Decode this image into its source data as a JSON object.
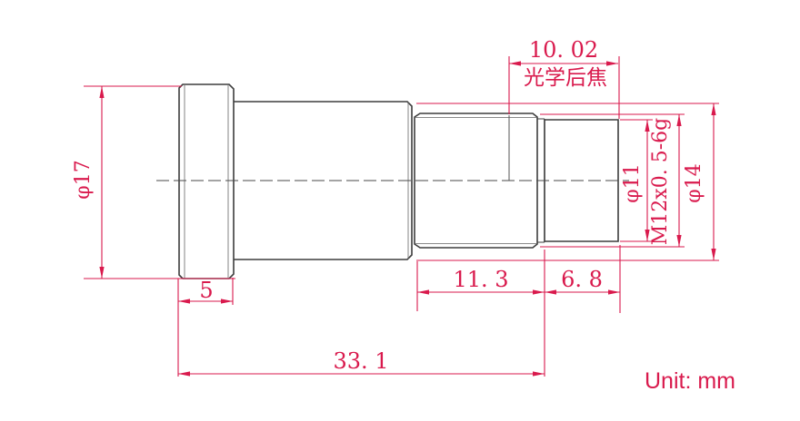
{
  "drawing": {
    "title": "lens-barrel-dimension-drawing",
    "unit_label": "Unit: mm",
    "dims": {
      "optical_back_focus": {
        "value": "10. 02",
        "label": "光学后焦"
      },
      "flange_diameter": {
        "value": "φ17"
      },
      "flange_thickness": {
        "value": "5"
      },
      "thread_length": {
        "value": "11. 3"
      },
      "tip_length": {
        "value": "6. 8"
      },
      "total_length": {
        "value": "33. 1"
      },
      "tip_diameter": {
        "value": "φ11"
      },
      "thread_spec": {
        "value": "M12x0. 5-6g"
      },
      "body_diameter": {
        "value": "φ14"
      }
    },
    "colors": {
      "dimension": "#d91a4d",
      "outline": "#3d3d3d"
    }
  }
}
